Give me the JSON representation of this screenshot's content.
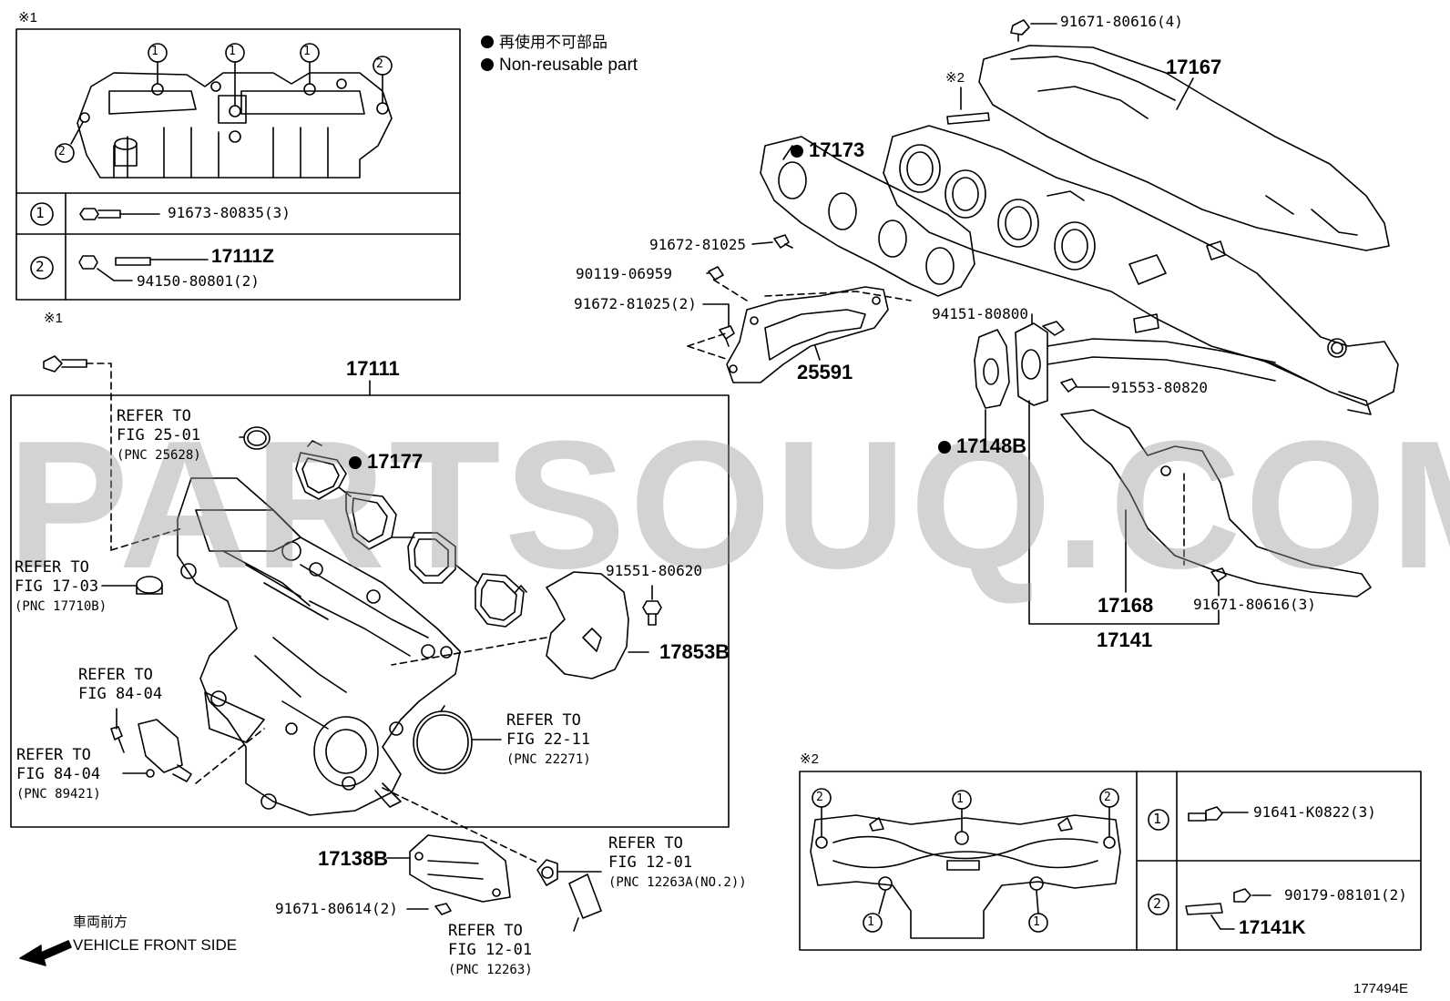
{
  "watermark": "PARTSOUQ.COM",
  "diagram_id": "177494E",
  "legend": {
    "jp": "再使用不可部品",
    "en": "Non-reusable part"
  },
  "notes": {
    "note1": "※1",
    "note2": "※2"
  },
  "detail1": {
    "marker": "※1",
    "rows": [
      {
        "idx": "1",
        "parts": [
          "91673-80835(3)"
        ]
      },
      {
        "idx": "2",
        "parts": [
          "17111Z",
          "94150-80801(2)"
        ]
      }
    ]
  },
  "detail2": {
    "marker": "※2",
    "rows": [
      {
        "idx": "1",
        "parts": [
          "91641-K0822(3)"
        ]
      },
      {
        "idx": "2",
        "parts": [
          "90179-08101(2)",
          "17141K"
        ]
      }
    ]
  },
  "callouts": {
    "c1": "1",
    "c2": "2"
  },
  "parts": {
    "p17111": "17111",
    "p17177": "17177",
    "p17853B": "17853B",
    "p91551": "91551-80620",
    "p17138B": "17138B",
    "p91671_80614": "91671-80614(2)",
    "p91671_80616_4": "91671-80616(4)",
    "p17167": "17167",
    "p17173": "17173",
    "p91672_81025": "91672-81025",
    "p90119": "90119-06959",
    "p91672_81025_2": "91672-81025(2)",
    "p25591": "25591",
    "p94151": "94151-80800",
    "p91553": "91553-80820",
    "p17148B": "17148B",
    "p17168": "17168",
    "p91671_80616_3": "91671-80616(3)",
    "p17141": "17141"
  },
  "refs": {
    "r25": {
      "line1": "REFER TO",
      "line2": "FIG 25-01",
      "pnc": "(PNC 25628)"
    },
    "r17": {
      "line1": "REFER TO",
      "line2": "FIG 17-03",
      "pnc": "(PNC 17710B)"
    },
    "r84a": {
      "line1": "REFER TO",
      "line2": "FIG 84-04"
    },
    "r84b": {
      "line1": "REFER TO",
      "line2": "FIG 84-04",
      "pnc": "(PNC 89421)"
    },
    "r22": {
      "line1": "REFER TO",
      "line2": "FIG 22-11",
      "pnc": "(PNC 22271)"
    },
    "r12a": {
      "line1": "REFER TO",
      "line2": "FIG 12-01",
      "pnc": "(PNC 12263A(NO.2))"
    },
    "r12b": {
      "line1": "REFER TO",
      "line2": "FIG 12-01",
      "pnc": "(PNC 12263)"
    }
  },
  "front": {
    "jp": "車両前方",
    "en": "VEHICLE FRONT SIDE"
  }
}
